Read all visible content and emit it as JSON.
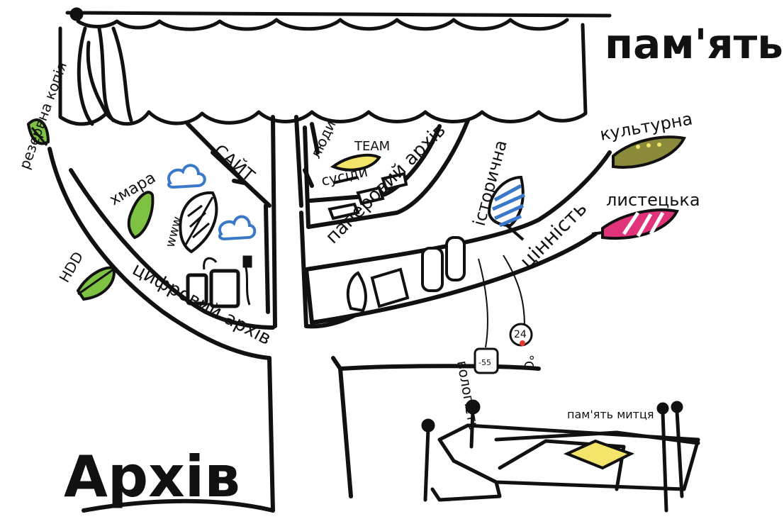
{
  "colors": {
    "ink": "#111111",
    "leaf_green": "#7dc242",
    "cloud_blue": "#3a78c9",
    "leaf_olive": "#8a8a3a",
    "leaf_pink": "#e0337a",
    "leaf_yellow": "#f2e56a",
    "stripe_blue": "#3a78c9",
    "dot_red": "#e53935"
  },
  "labels": {
    "title_memory": "пам'ять",
    "title_archive": "Архів",
    "backup_copy": "резервна копія",
    "cloud": "хмара",
    "hdd": "HDD",
    "site": "САЙТ",
    "www": "www",
    "digital_archive": "цифровий архів",
    "people": "люди",
    "team": "TEAM",
    "neighbors": "сусіди",
    "paper_archive": "паперовий архів",
    "historical": "історична",
    "values": "цінність",
    "cultural": "культурна",
    "artistic": "листецька",
    "humidity": "вологість",
    "temperature_unit": "°C",
    "humidity_value": "-55",
    "temperature_value": "24",
    "artist_memory": "пам'ять митця"
  }
}
